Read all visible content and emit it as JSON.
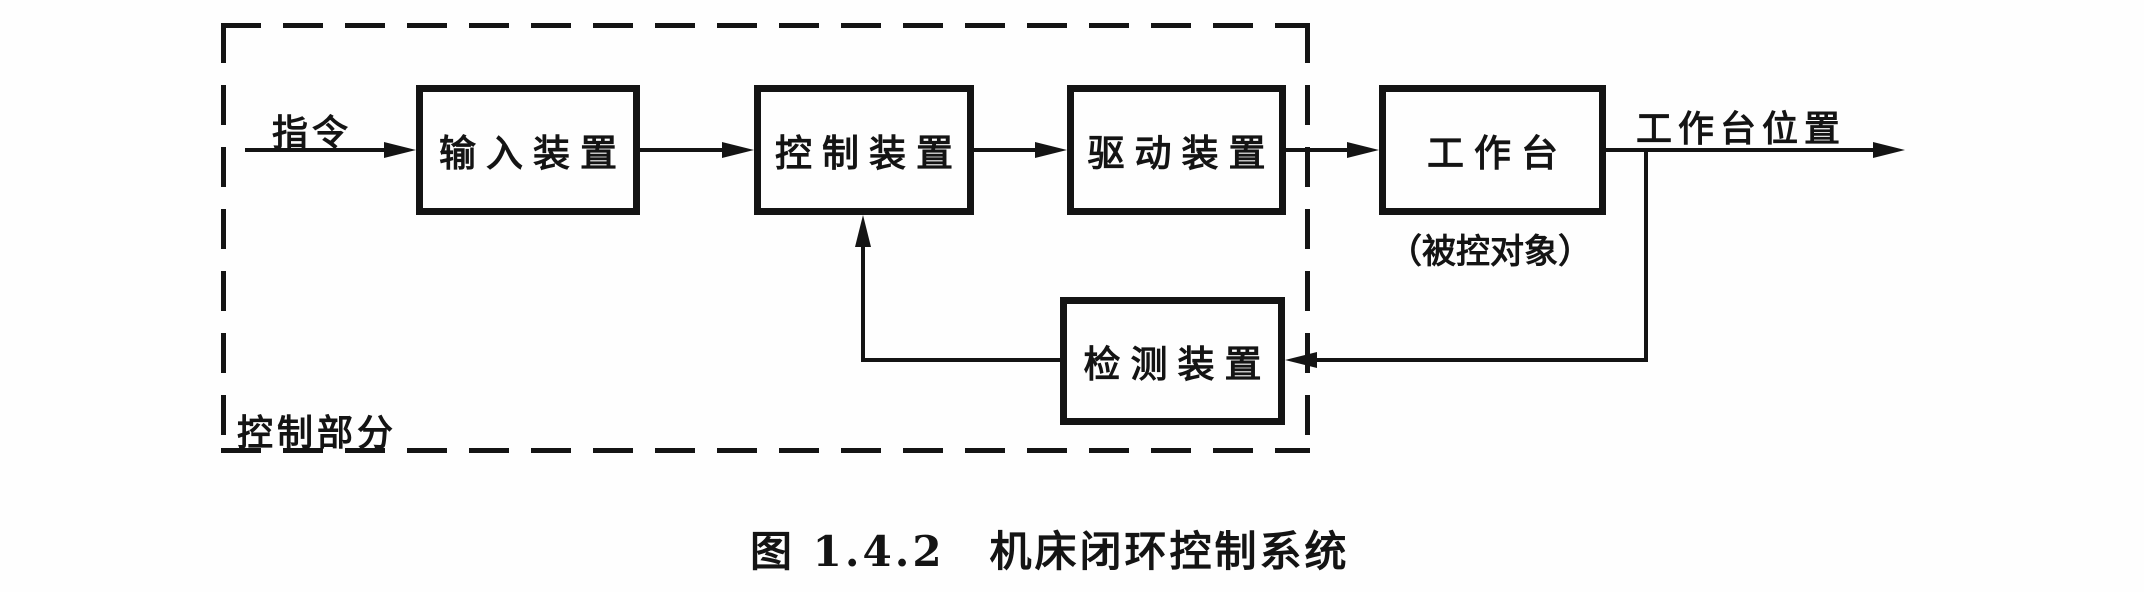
{
  "figure": {
    "caption": "图 1.4.2　机床闭环控制系统"
  },
  "blocks": {
    "input_device": "输入装置",
    "control_device": "控制装置",
    "drive_device": "驱动装置",
    "worktable": "工作台",
    "detection_device": "检测装置"
  },
  "labels": {
    "command": "指令",
    "worktable_position": "工作台位置",
    "controlled_object": "（被控对象）",
    "control_section": "控制部分"
  },
  "colors": {
    "ink": "#141414",
    "paper": "#fefefe"
  }
}
